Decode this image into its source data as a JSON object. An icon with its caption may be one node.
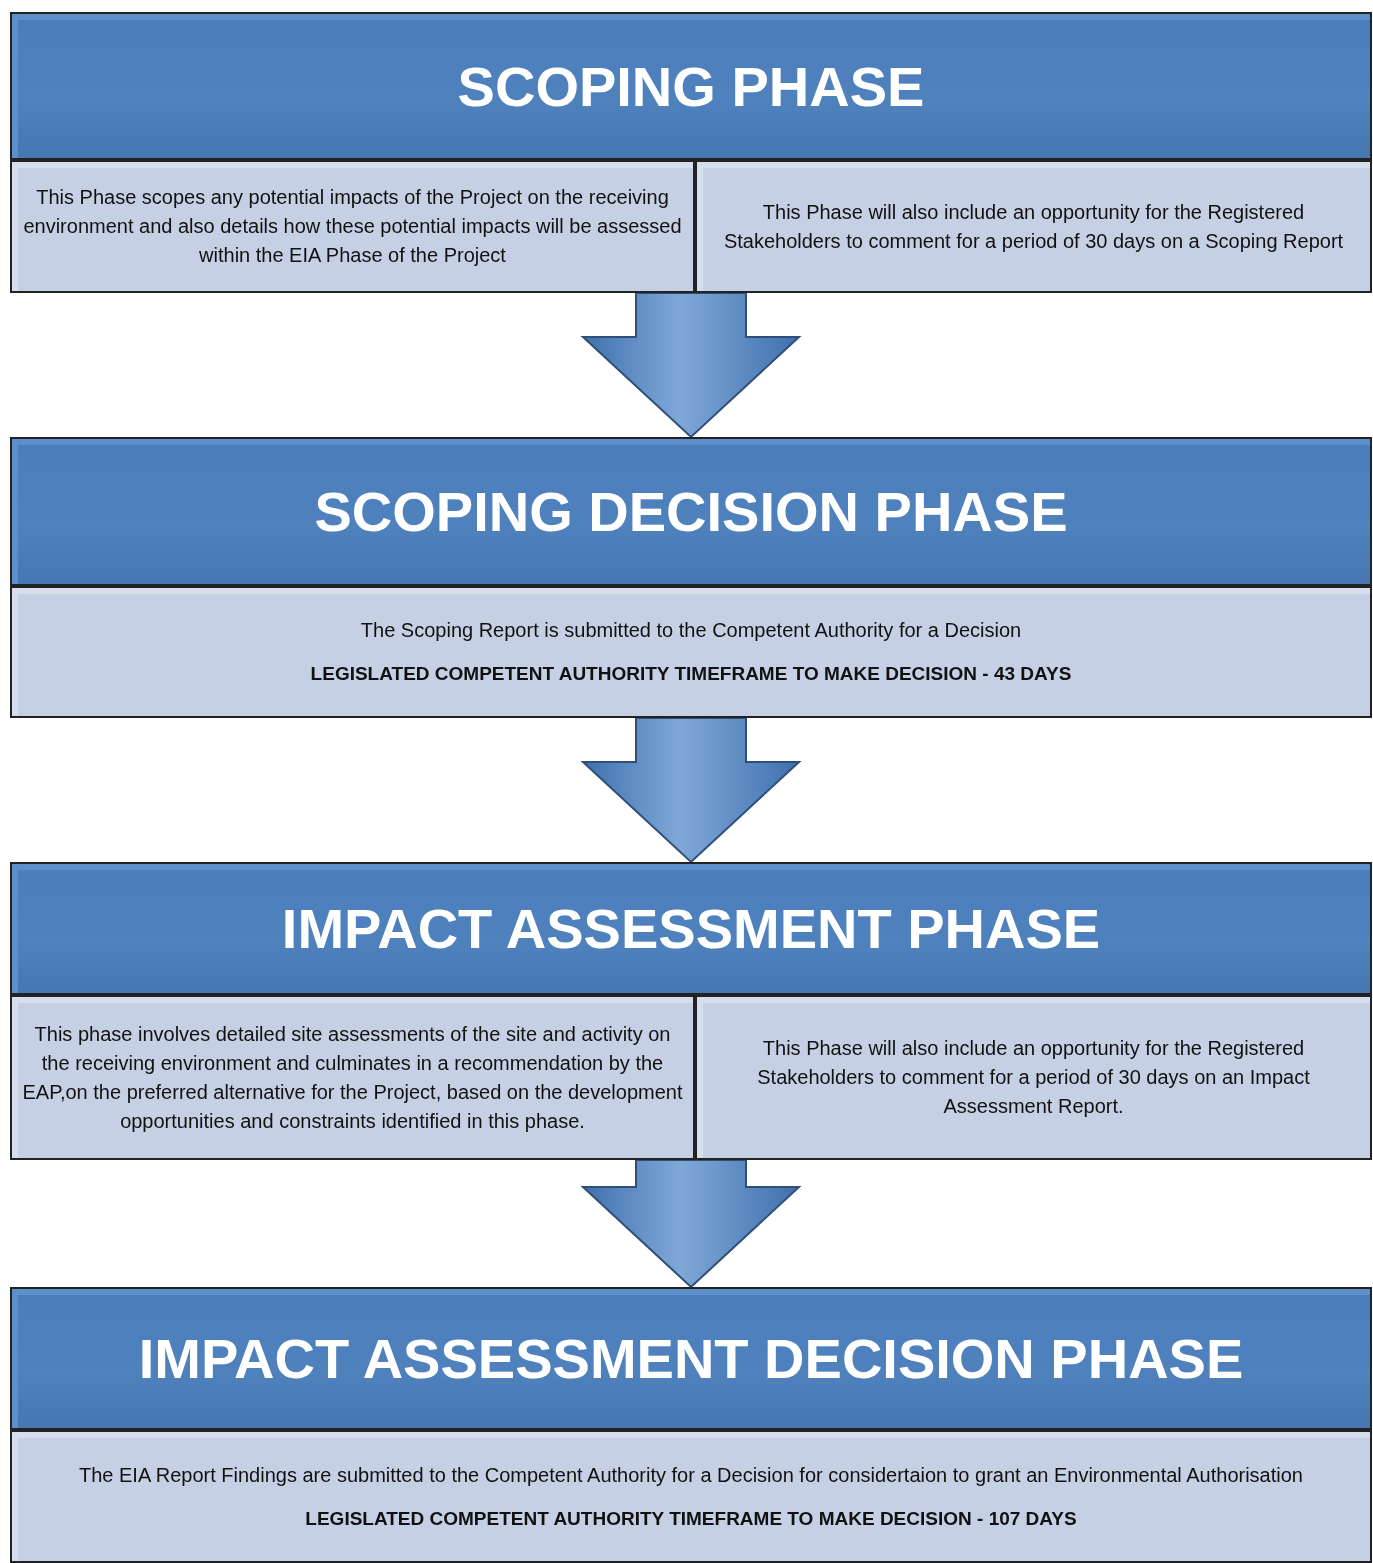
{
  "diagram": {
    "nodes": [
      {
        "text": [
          "SCOPING PHASE"
        ]
      },
      {
        "text": [
          "This Phase scopes any potential impacts of the Project on the receiving environment and also details how these potential impacts will be assessed within the EIA Phase of the Project"
        ]
      },
      {
        "text": [
          "This Phase will also include an opportunity for the Registered Stakeholders to comment for a period of 30 days on a Scoping Report"
        ]
      },
      {
        "text": [
          "SCOPING DECISION PHASE"
        ]
      },
      {
        "text": [
          "The Scoping Report is submitted to the Competent Authority for a Decision",
          "LEGISLATED COMPETENT AUTHORITY TIMEFRAME TO MAKE DECISION - 43 DAYS"
        ]
      },
      {
        "text": [
          "IMPACT ASSESSMENT PHASE"
        ]
      },
      {
        "text": [
          "This phase involves detailed site assessments of the site and activity on the receiving environment and culminates in a recommendation by the EAP,on the preferred alternative for the Project, based on the development opportunities and constraints identified in this phase."
        ]
      },
      {
        "text": [
          "This Phase will also include an opportunity for the Registered Stakeholders to comment for a period of 30 days on an Impact Assessment Report."
        ]
      },
      {
        "text": [
          "IMPACT ASSESSMENT DECISION PHASE"
        ]
      },
      {
        "text": [
          "The EIA Report Findings are submitted to the Competent Authority for a Decision for considertaion to grant an Environmental Authorisation",
          "LEGISLATED COMPETENT AUTHORITY TIMEFRAME TO MAKE DECISION - 107 DAYS"
        ]
      }
    ],
    "edges": [
      {
        "from": 1,
        "to": 3,
        "arrow": "to"
      },
      {
        "from": 4,
        "to": 5,
        "arrow": "to"
      },
      {
        "from": 6,
        "to": 8,
        "arrow": "to"
      }
    ]
  }
}
